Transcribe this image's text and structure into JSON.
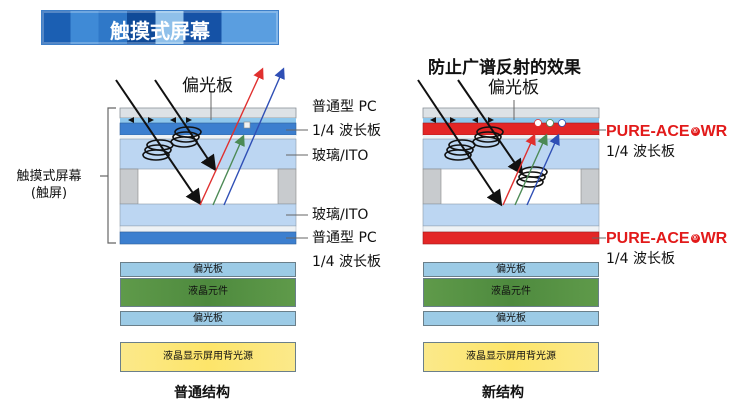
{
  "banner": {
    "title": "触摸式屏幕"
  },
  "side_label": {
    "line1": "触摸式屏幕",
    "line2": "(触屏)"
  },
  "left_diagram": {
    "polarizer_label": "偏光板",
    "layers": [
      {
        "label": "普通型 PC"
      },
      {
        "label": "1/4 波长板"
      },
      {
        "label": "玻璃/ITO"
      },
      {
        "label": "玻璃/ITO"
      },
      {
        "label": "普通型 PC"
      },
      {
        "label": "1/4 波长板"
      }
    ],
    "colors": {
      "qwp": "#3c7fcf",
      "glass": "#bcd6f2",
      "pc": "#dde2e6",
      "spacer": "#c8cbce",
      "ray_red": "#e0302f",
      "ray_green": "#4c8a55",
      "ray_blue": "#2f4fb5"
    },
    "caption": "普通结构"
  },
  "right_diagram": {
    "heading": "防止广谱反射的效果",
    "polarizer_label": "偏光板",
    "film_labels": [
      {
        "name": "PURE-ACE",
        "mark": "®",
        "suffix": "WR",
        "sub": "1/4 波长板"
      },
      {
        "name": "PURE-ACE",
        "mark": "®",
        "suffix": "WR",
        "sub": "1/4 波长板"
      }
    ],
    "colors": {
      "film": "#e32626"
    },
    "caption": "新结构"
  },
  "lcd_stack": {
    "layers": [
      "偏光板",
      "液晶元件",
      "偏光板"
    ],
    "backlight": "液晶显示屏用背光源"
  }
}
